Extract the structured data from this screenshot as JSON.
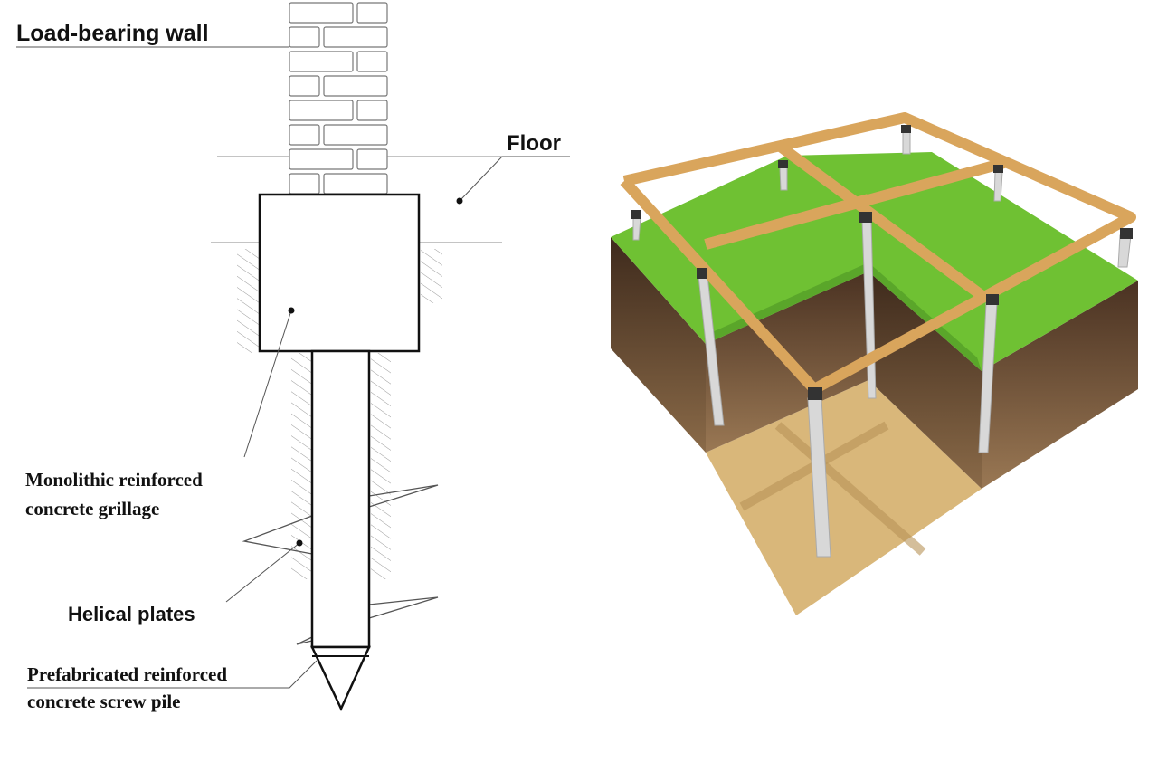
{
  "labels": {
    "wall": "Load-bearing wall",
    "floor": "Floor",
    "grillage_line1": "Monolithic reinforced",
    "grillage_line2": "concrete grillage",
    "helical": "Helical plates",
    "pile_line1": "Prefabricated reinforced",
    "pile_line2": "concrete screw pile"
  },
  "colors": {
    "grass": "#6fc133",
    "soil": "#6b4a30",
    "sand": "#d9b77a",
    "wood": "#d9a55c",
    "pile": "#d8d8d8"
  }
}
